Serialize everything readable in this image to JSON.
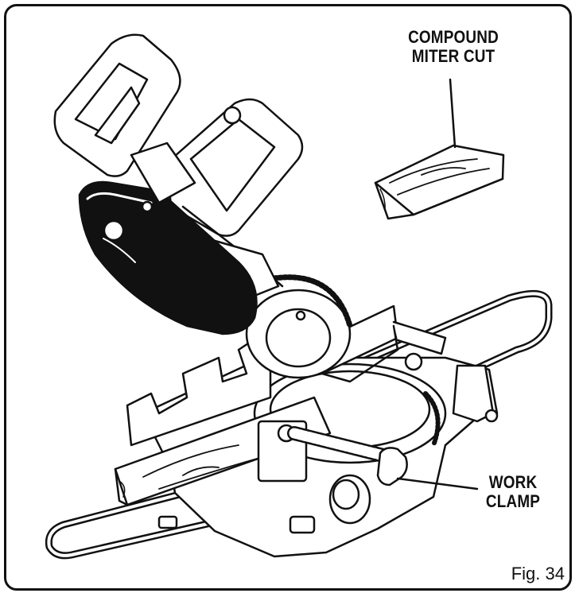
{
  "labels": {
    "compound_miter_cut": [
      "COMPOUND",
      "MITER CUT"
    ],
    "work_clamp": [
      "WORK",
      "CLAMP"
    ]
  },
  "figure_caption": "Fig. 34",
  "colors": {
    "ink": "#111111",
    "paper": "#ffffff"
  }
}
